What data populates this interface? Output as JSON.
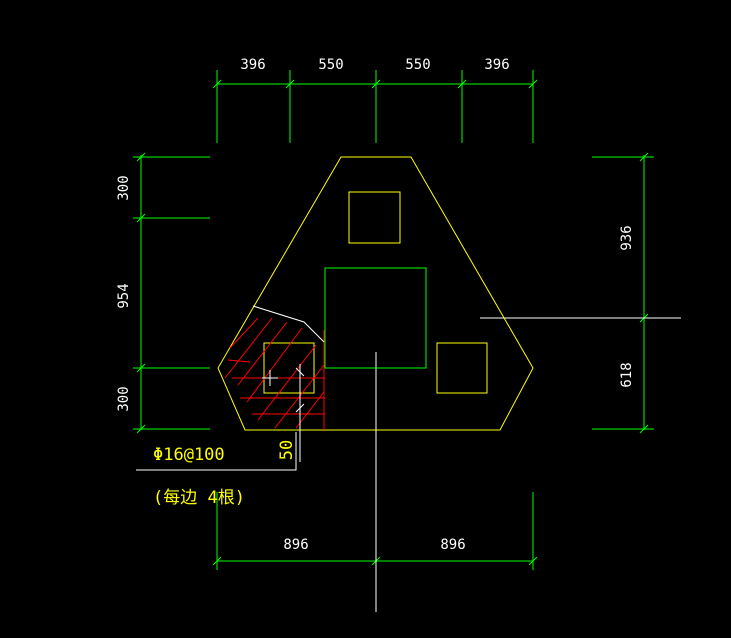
{
  "colors": {
    "background": "#000000",
    "dimension_line": "#00ff00",
    "outline": "#ffff00",
    "rebar_hatch": "#ff0000",
    "centerline": "#ffffff"
  },
  "top_dimensions": [
    "396",
    "550",
    "550",
    "396"
  ],
  "left_dimensions": [
    "300",
    "954",
    "300"
  ],
  "right_dimensions": [
    "936",
    "618"
  ],
  "bottom_dimensions": [
    "896",
    "896"
  ],
  "rebar_offset": "50",
  "rebar_spec": "Φ16@100",
  "rebar_note": "(每边 4根)"
}
